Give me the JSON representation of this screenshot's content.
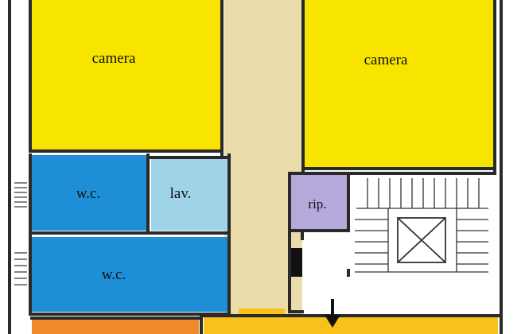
{
  "rooms": {
    "camera_left": {
      "label": "camera"
    },
    "camera_right": {
      "label": "camera"
    },
    "wc_upper": {
      "label": "w.c."
    },
    "lav": {
      "label": "lav."
    },
    "wc_lower": {
      "label": "w.c."
    },
    "rip": {
      "label": "rip."
    }
  },
  "colors": {
    "camera": "#f7e500",
    "wc": "#1e8fd6",
    "lav": "#9fd3e8",
    "rip": "#b7a8dc",
    "corridor": "#ebdcab",
    "stairwell": "#ffffff",
    "bottom_left": "#f08a2a",
    "bottom_right": "#f9c21a",
    "wall": "#2a2a2a"
  },
  "icons": {
    "entry_arrow": "down-arrow-icon",
    "stairs": "staircase-icon",
    "elevator": "elevator-shaft-icon"
  }
}
